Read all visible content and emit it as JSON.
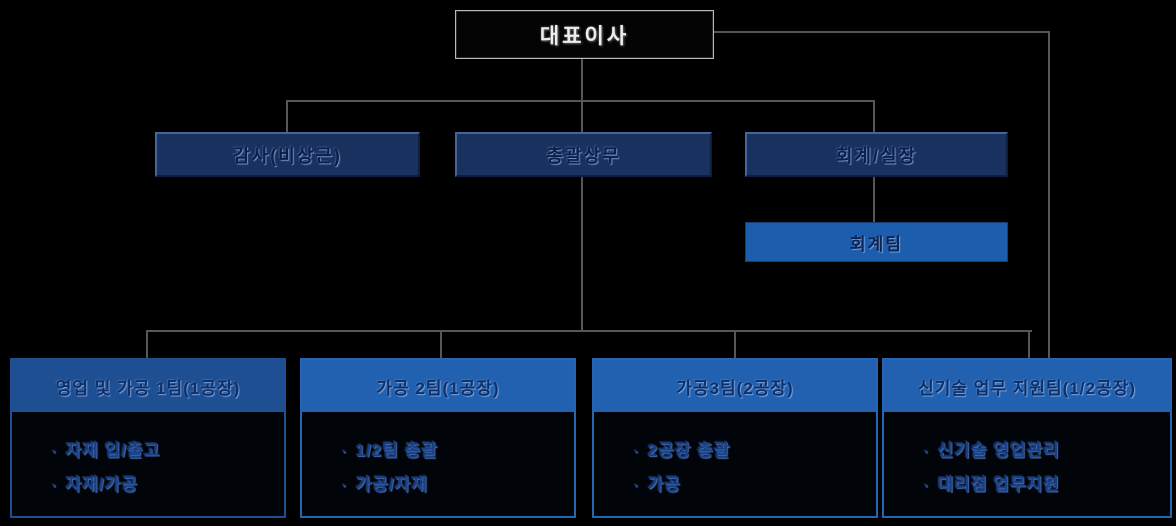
{
  "chart": {
    "root": {
      "label": "대표이사"
    },
    "level2": [
      {
        "label": "감사(비상근)"
      },
      {
        "label": "총괄상무"
      },
      {
        "label": "회계/실장"
      }
    ],
    "accounting_team": {
      "label": "회계팀"
    },
    "departments": [
      {
        "title": "영업 및 가공 1팀(1공장)",
        "items": [
          "자재 입/출고",
          "자재/가공"
        ]
      },
      {
        "title": "가공 2팀(1공장)",
        "items": [
          "1/2팀 총괄",
          "가공/자재"
        ]
      },
      {
        "title": "가공3팀(2공장)",
        "items": [
          "2공장 총괄",
          "가공"
        ]
      },
      {
        "title": "신기술 업무 지원팀(1/2공장)",
        "items": [
          "신기술 영업관리",
          "대리점 업무지원"
        ]
      }
    ],
    "bullet": "·"
  },
  "colors": {
    "background": "#000000",
    "navy_box": "#19315f",
    "bright_blue": "#2161af",
    "dept1_header_blue": "#1d4f92",
    "accounting_blue": "#1d5dad",
    "connector_gray": "#565656",
    "ceo_box_black": "#040404"
  }
}
